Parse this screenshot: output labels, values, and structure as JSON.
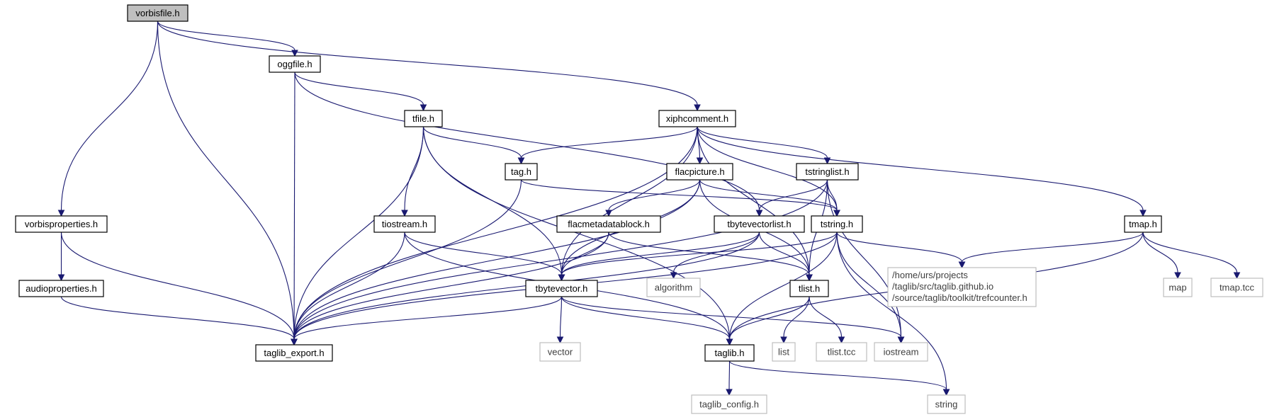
{
  "colors": {
    "edge": "#191970",
    "root_fill": "#bfbfbf",
    "node_border": "#000000",
    "system_border": "#bfbfbf",
    "system_text": "#3f3f3f"
  },
  "nodes": {
    "vorbisfile_h": {
      "label": "vorbisfile.h",
      "kind": "root"
    },
    "oggfile_h": {
      "label": "oggfile.h",
      "kind": "local"
    },
    "xiphcomment_h": {
      "label": "xiphcomment.h",
      "kind": "local"
    },
    "tfile_h": {
      "label": "tfile.h",
      "kind": "local"
    },
    "tag_h": {
      "label": "tag.h",
      "kind": "local"
    },
    "flacpicture_h": {
      "label": "flacpicture.h",
      "kind": "local"
    },
    "tstringlist_h": {
      "label": "tstringlist.h",
      "kind": "local"
    },
    "vorbisproperties_h": {
      "label": "vorbisproperties.h",
      "kind": "local"
    },
    "audioproperties_h": {
      "label": "audioproperties.h",
      "kind": "local"
    },
    "tiostream_h": {
      "label": "tiostream.h",
      "kind": "local"
    },
    "flacmetadatablock_h": {
      "label": "flacmetadatablock.h",
      "kind": "local"
    },
    "tbytevectorlist_h": {
      "label": "tbytevectorlist.h",
      "kind": "local"
    },
    "tstring_h": {
      "label": "tstring.h",
      "kind": "local"
    },
    "tmap_h": {
      "label": "tmap.h",
      "kind": "local"
    },
    "tbytevector_h": {
      "label": "tbytevector.h",
      "kind": "local"
    },
    "tlist_h": {
      "label": "tlist.h",
      "kind": "local"
    },
    "taglib_export_h": {
      "label": "taglib_export.h",
      "kind": "local"
    },
    "taglib_h": {
      "label": "taglib.h",
      "kind": "local"
    },
    "algorithm": {
      "label": "algorithm",
      "kind": "system"
    },
    "trefcounter_h": {
      "lines": [
        "/home/urs/projects",
        "/taglib/src/taglib.github.io",
        "/source/taglib/toolkit/trefcounter.h"
      ],
      "kind": "system"
    },
    "map": {
      "label": "map",
      "kind": "system"
    },
    "tmap_tcc": {
      "label": "tmap.tcc",
      "kind": "system"
    },
    "vector": {
      "label": "vector",
      "kind": "system"
    },
    "list": {
      "label": "list",
      "kind": "system"
    },
    "tlist_tcc": {
      "label": "tlist.tcc",
      "kind": "system"
    },
    "iostream": {
      "label": "iostream",
      "kind": "system"
    },
    "taglib_config_h": {
      "label": "taglib_config.h",
      "kind": "system"
    },
    "string": {
      "label": "string",
      "kind": "system"
    }
  },
  "edges": [
    [
      "vorbisfile_h",
      "oggfile_h"
    ],
    [
      "vorbisfile_h",
      "xiphcomment_h"
    ],
    [
      "vorbisfile_h",
      "vorbisproperties_h"
    ],
    [
      "vorbisfile_h",
      "taglib_export_h"
    ],
    [
      "oggfile_h",
      "taglib_export_h"
    ],
    [
      "oggfile_h",
      "tfile_h"
    ],
    [
      "oggfile_h",
      "tbytevectorlist_h"
    ],
    [
      "tfile_h",
      "taglib_export_h"
    ],
    [
      "tfile_h",
      "taglib_h"
    ],
    [
      "tfile_h",
      "tag_h"
    ],
    [
      "tfile_h",
      "tbytevector_h"
    ],
    [
      "tfile_h",
      "tiostream_h"
    ],
    [
      "tag_h",
      "taglib_export_h"
    ],
    [
      "tag_h",
      "tstring_h"
    ],
    [
      "xiphcomment_h",
      "tag_h"
    ],
    [
      "xiphcomment_h",
      "tlist_h"
    ],
    [
      "xiphcomment_h",
      "tstring_h"
    ],
    [
      "xiphcomment_h",
      "tstringlist_h"
    ],
    [
      "xiphcomment_h",
      "tbytevector_h"
    ],
    [
      "xiphcomment_h",
      "flacpicture_h"
    ],
    [
      "xiphcomment_h",
      "taglib_export_h"
    ],
    [
      "xiphcomment_h",
      "tmap_h"
    ],
    [
      "flacpicture_h",
      "tlist_h"
    ],
    [
      "flacpicture_h",
      "tstring_h"
    ],
    [
      "flacpicture_h",
      "tbytevector_h"
    ],
    [
      "flacpicture_h",
      "taglib_export_h"
    ],
    [
      "flacpicture_h",
      "flacmetadatablock_h"
    ],
    [
      "tstringlist_h",
      "tstring_h"
    ],
    [
      "tstringlist_h",
      "tbytevectorlist_h"
    ],
    [
      "tstringlist_h",
      "taglib_export_h"
    ],
    [
      "tstringlist_h",
      "tlist_h"
    ],
    [
      "tstringlist_h",
      "iostream"
    ],
    [
      "vorbisproperties_h",
      "taglib_export_h"
    ],
    [
      "vorbisproperties_h",
      "audioproperties_h"
    ],
    [
      "audioproperties_h",
      "taglib_export_h"
    ],
    [
      "tiostream_h",
      "taglib_export_h"
    ],
    [
      "tiostream_h",
      "tbytevector_h"
    ],
    [
      "tiostream_h",
      "taglib_h"
    ],
    [
      "flacmetadatablock_h",
      "tlist_h"
    ],
    [
      "flacmetadatablock_h",
      "tbytevector_h"
    ],
    [
      "flacmetadatablock_h",
      "taglib_export_h"
    ],
    [
      "tbytevectorlist_h",
      "taglib_export_h"
    ],
    [
      "tbytevectorlist_h",
      "tbytevector_h"
    ],
    [
      "tbytevectorlist_h",
      "tlist_h"
    ],
    [
      "tbytevectorlist_h",
      "algorithm"
    ],
    [
      "tstring_h",
      "taglib_export_h"
    ],
    [
      "tstring_h",
      "taglib_h"
    ],
    [
      "tstring_h",
      "tbytevector_h"
    ],
    [
      "tstring_h",
      "string"
    ],
    [
      "tstring_h",
      "trefcounter_h"
    ],
    [
      "tstring_h",
      "iostream"
    ],
    [
      "tmap_h",
      "taglib_h"
    ],
    [
      "tmap_h",
      "trefcounter_h"
    ],
    [
      "tmap_h",
      "map"
    ],
    [
      "tmap_h",
      "tmap_tcc"
    ],
    [
      "tbytevector_h",
      "taglib_h"
    ],
    [
      "tbytevector_h",
      "taglib_export_h"
    ],
    [
      "tbytevector_h",
      "vector"
    ],
    [
      "tbytevector_h",
      "iostream"
    ],
    [
      "tlist_h",
      "taglib_h"
    ],
    [
      "tlist_h",
      "list"
    ],
    [
      "tlist_h",
      "tlist_tcc"
    ],
    [
      "taglib_h",
      "taglib_config_h"
    ],
    [
      "taglib_h",
      "string"
    ]
  ]
}
